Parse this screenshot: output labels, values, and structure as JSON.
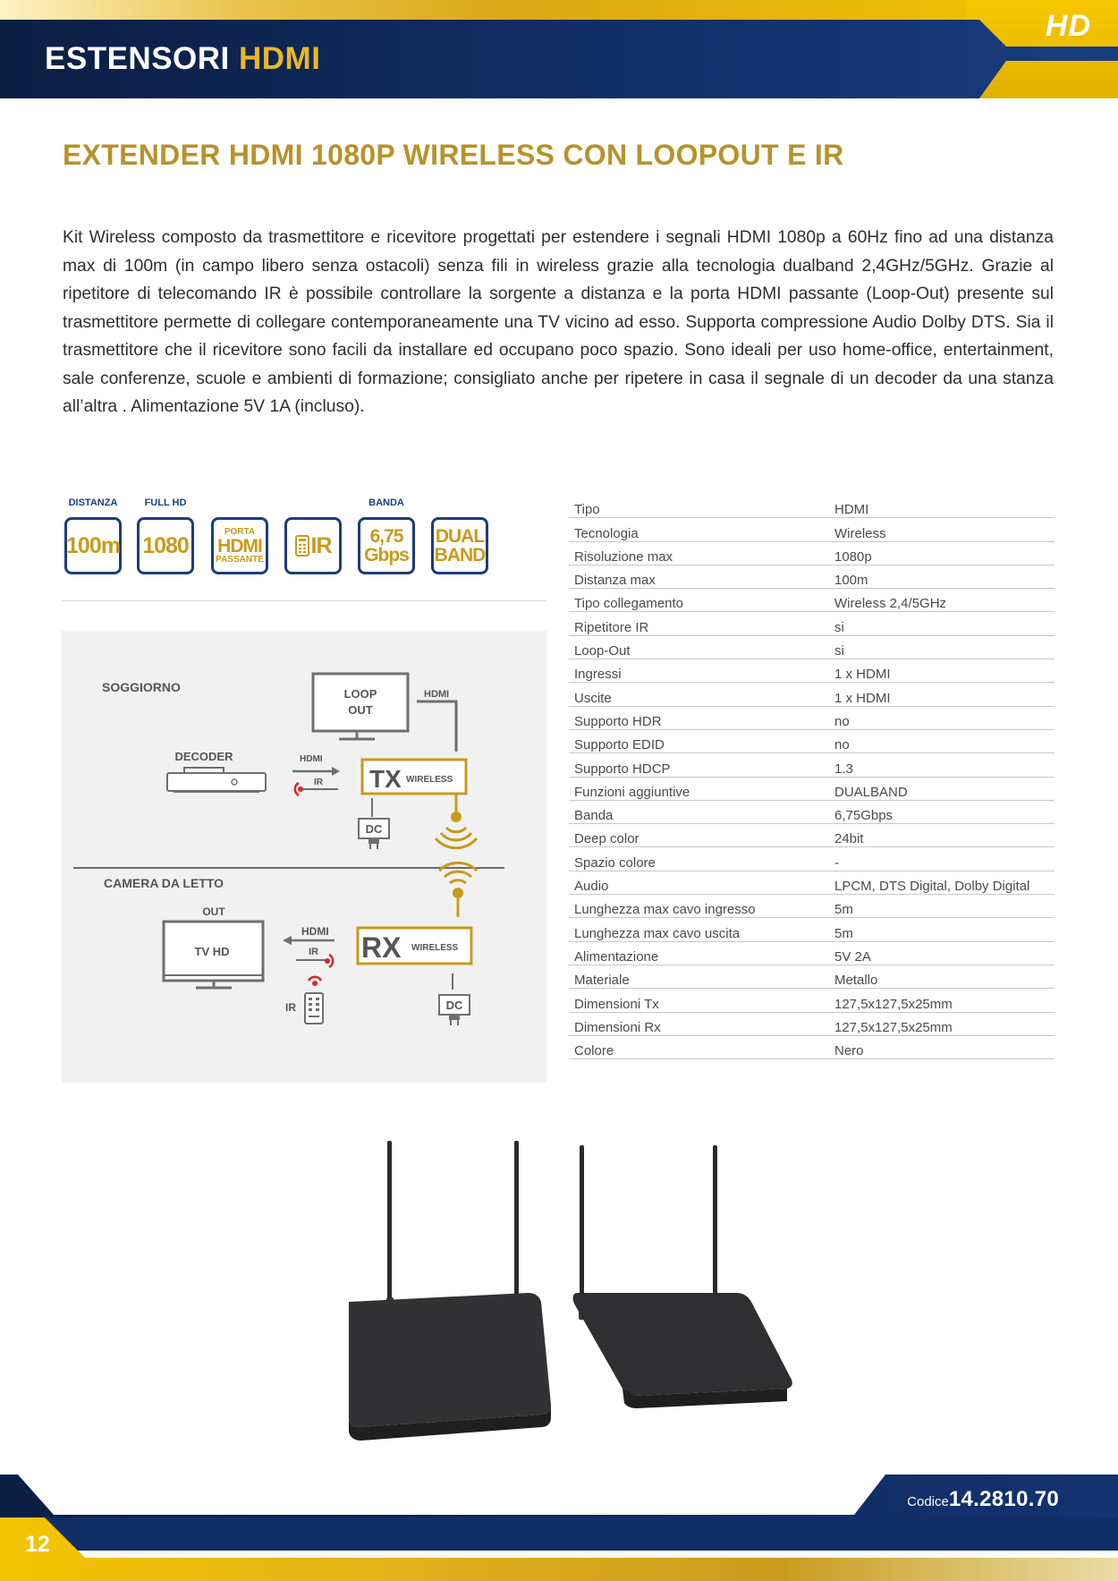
{
  "header": {
    "section_title_a": "ESTENSORI",
    "section_title_b": "HDMI",
    "badge": "HD"
  },
  "product": {
    "title": "EXTENDER HDMI 1080P WIRELESS CON LOOPOUT E IR",
    "description": "Kit Wireless composto da trasmettitore e ricevitore progettati per estendere i segnali HDMI 1080p a 60Hz fino ad una distanza max di 100m (in campo libero senza ostacoli) senza fili in wireless grazie alla tecnologia dualband 2,4GHz/5GHz. Grazie al ripetitore di telecomando IR è possibile controllare la sorgente a distanza e la porta HDMI passante (Loop-Out) presente sul trasmettitore permette di collegare contemporaneamente una TV vicino ad esso. Supporta compressione Audio Dolby DTS. Sia il trasmettitore che il ricevitore sono facili da installare ed occupano poco spazio. Sono ideali per uso home-office, entertainment, sale conferenze, scuole e ambienti di formazione; consigliato anche per ripetere in casa il segnale di un decoder da una stanza all’altra . Alimentazione 5V 1A (incluso)."
  },
  "features": [
    {
      "caption": "DISTANZA",
      "line1": "100m"
    },
    {
      "caption": "FULL HD",
      "line1": "1080"
    },
    {
      "caption": "",
      "top": "PORTA",
      "line1": "HDMI",
      "bottom": "PASSANTE"
    },
    {
      "caption": "",
      "line1": "IR",
      "icon": "remote-icon"
    },
    {
      "caption": "BANDA",
      "line1": "6,75",
      "line2": "Gbps"
    },
    {
      "caption": "",
      "line1": "DUAL",
      "line2": "BAND"
    }
  ],
  "diagram": {
    "room1": "SOGGIORNO",
    "room2": "CAMERA DA LETTO",
    "decoder": "DECODER",
    "loop_line1": "LOOP",
    "loop_line2": "OUT",
    "hdmi": "HDMI",
    "ir": "IR",
    "tx": "TX",
    "rx": "RX",
    "wireless": "WIRELESS",
    "dc": "DC",
    "out": "OUT",
    "tvhd": "TV HD"
  },
  "specs": [
    [
      "Tipo",
      "HDMI"
    ],
    [
      "Tecnologia",
      "Wireless"
    ],
    [
      "Risoluzione max",
      "1080p"
    ],
    [
      "Distanza max",
      "100m"
    ],
    [
      "Tipo collegamento",
      "Wireless 2,4/5GHz"
    ],
    [
      "Ripetitore IR",
      "si"
    ],
    [
      "Loop-Out",
      "si"
    ],
    [
      "Ingressi",
      "1 x HDMI"
    ],
    [
      "Uscite",
      "1 x HDMI"
    ],
    [
      "Supporto HDR",
      "no"
    ],
    [
      "Supporto EDID",
      "no"
    ],
    [
      "Supporto HDCP",
      "1.3"
    ],
    [
      "Funzioni aggiuntive",
      "DUALBAND"
    ],
    [
      "Banda",
      "6,75Gbps"
    ],
    [
      "Deep color",
      "24bit"
    ],
    [
      "Spazio colore",
      "-"
    ],
    [
      "Audio",
      "LPCM, DTS Digital, Dolby Digital"
    ],
    [
      "Lunghezza max cavo ingresso",
      "5m"
    ],
    [
      "Lunghezza max cavo uscita",
      "5m"
    ],
    [
      "Alimentazione",
      "5V 2A"
    ],
    [
      "Materiale",
      "Metallo"
    ],
    [
      "Dimensioni Tx",
      "127,5x127,5x25mm"
    ],
    [
      "Dimensioni Rx",
      "127,5x127,5x25mm"
    ],
    [
      "Colore",
      "Nero"
    ]
  ],
  "footer": {
    "page": "12",
    "code_label": "Codice",
    "code": "14.2810.70"
  },
  "colors": {
    "navy": "#0b1e44",
    "gold": "#b8922a",
    "yellow": "#f5c400",
    "signal_red": "#d9262c"
  }
}
